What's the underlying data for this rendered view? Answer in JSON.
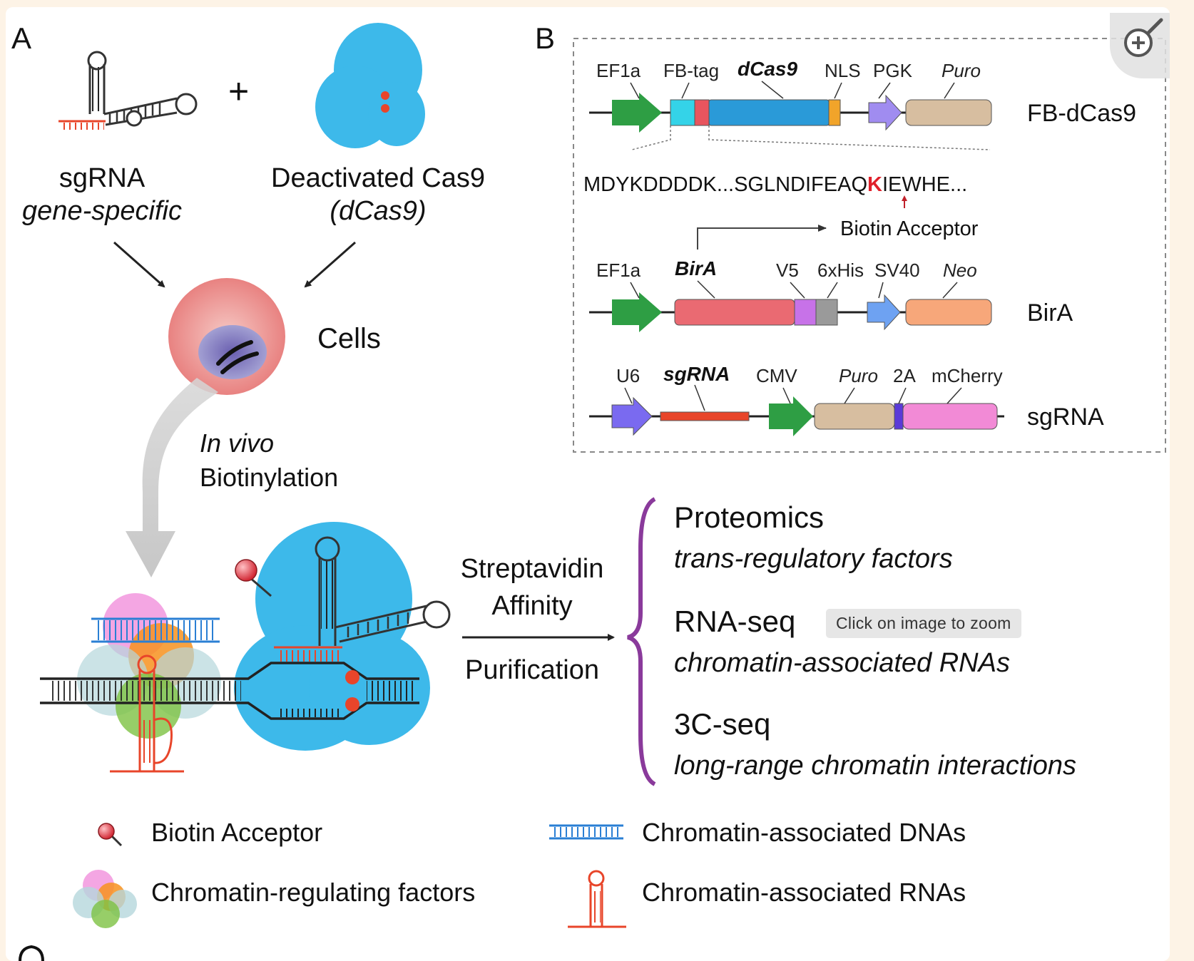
{
  "panel_a": {
    "label": "A",
    "sgrna_title": "sgRNA",
    "sgrna_subtitle": "gene-specific",
    "plus": "+",
    "dcas9_title": "Deactivated Cas9",
    "dcas9_subtitle": "(dCas9)",
    "cells_label": "Cells",
    "biotinylation_line1": "In vivo",
    "biotinylation_line2": "Biotinylation",
    "streptavidin_line1": "Streptavidin",
    "streptavidin_line2": "Affinity",
    "streptavidin_line3": "Purification",
    "outputs": [
      {
        "title": "Proteomics",
        "subtitle": "trans-regulatory factors"
      },
      {
        "title": "RNA-seq",
        "subtitle": "chromatin-associated RNAs"
      },
      {
        "title": "3C-seq",
        "subtitle": "long-range chromatin interactions"
      }
    ]
  },
  "legend": {
    "biotin_acceptor": "Biotin Acceptor",
    "chromatin_regulating_factors": "Chromatin-regulating factors",
    "chromatin_dnas": "Chromatin-associated DNAs",
    "chromatin_rnas": "Chromatin-associated RNAs"
  },
  "panel_b": {
    "label": "B",
    "construct1": {
      "name": "FB-dCas9",
      "elements": [
        "EF1a",
        "FB-tag",
        "dCas9",
        "NLS",
        "PGK",
        "Puro"
      ]
    },
    "sequence_prefix": "MDYKDDDDK...SGLNDIFEAQ",
    "sequence_k": "K",
    "sequence_suffix": "IEWHE...",
    "biotin_acceptor": "Biotin Acceptor",
    "construct2": {
      "name": "BirA",
      "elements": [
        "EF1a",
        "BirA",
        "V5",
        "6xHis",
        "SV40",
        "Neo"
      ]
    },
    "construct3": {
      "name": "sgRNA",
      "elements": [
        "U6",
        "sgRNA",
        "CMV",
        "Puro",
        "2A",
        "mCherry"
      ]
    }
  },
  "zoom_tooltip": "Click on image to zoom",
  "zoom_icon": "zoom-in-icon",
  "colors": {
    "dcas9_blue": "#3db9ea",
    "green_promoter": "#2e9e44",
    "rna_red": "#e8452a",
    "bracket_purple": "#8a3a9b",
    "sequence_k_red": "#e0202a"
  }
}
